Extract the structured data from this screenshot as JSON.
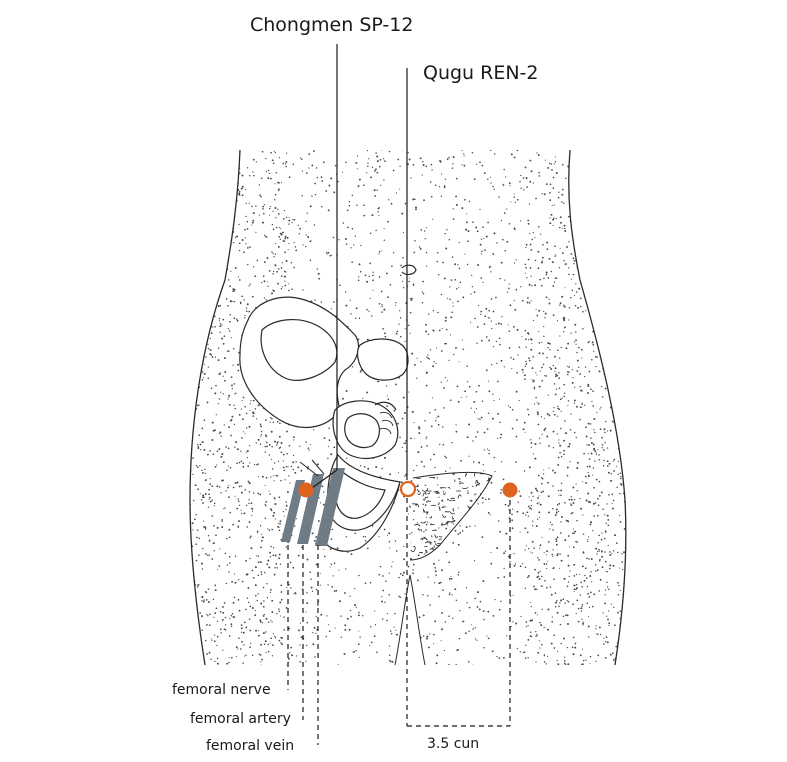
{
  "labels": {
    "chongmen": "Chongmen SP-12",
    "qugu": "Qugu REN-2",
    "femoral_nerve": "femoral nerve",
    "femoral_artery": "femoral artery",
    "femoral_vein": "femoral vein",
    "distance": "3.5 cun"
  },
  "colors": {
    "point": "#e0621f",
    "stipple": "#4a4a4a",
    "outline": "#2a2a2a",
    "vessel": "#6f7b85"
  }
}
